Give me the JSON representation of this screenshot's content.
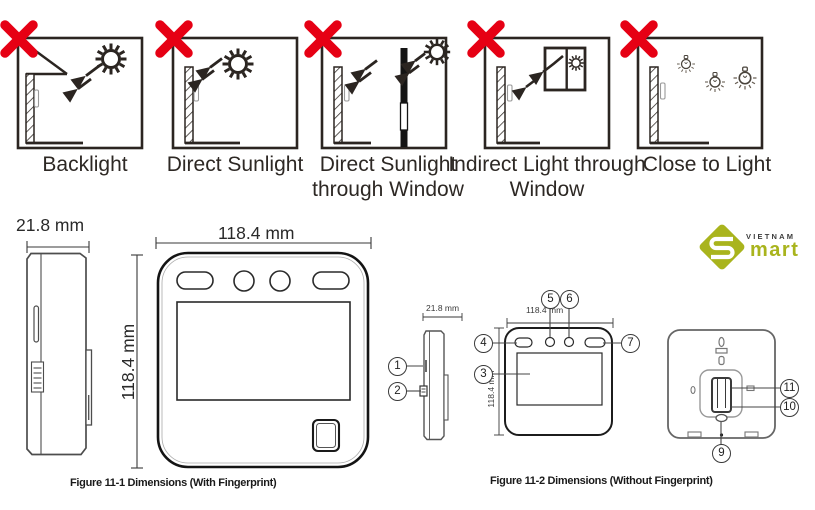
{
  "warnings": {
    "prohibited_color": "#e60014",
    "items": [
      {
        "label": "Backlight"
      },
      {
        "label": "Direct Sunlight"
      },
      {
        "label": "Direct Sunlight through Window"
      },
      {
        "label": "Indirect Light through Window"
      },
      {
        "label": "Close to Light"
      }
    ]
  },
  "figure1": {
    "caption": "Figure 11-1 Dimensions (With Fingerprint)",
    "depth_label": "21.8 mm",
    "width_label": "118.4 mm",
    "height_label": "118.4 mm"
  },
  "figure2": {
    "caption": "Figure 11-2 Dimensions (Without Fingerprint)",
    "depth_label": "21.8 mm",
    "width_label": "118.4 mm",
    "height_label": "118.4 mm",
    "callouts": {
      "c1": "1",
      "c2": "2",
      "c3": "3",
      "c4": "4",
      "c5": "5",
      "c6": "6",
      "c7": "7",
      "c9": "9",
      "c10": "10",
      "c11": "11"
    }
  },
  "logo": {
    "brand_top": "VIETNAM",
    "brand_bottom": "mart",
    "color": "#a9b41d"
  }
}
